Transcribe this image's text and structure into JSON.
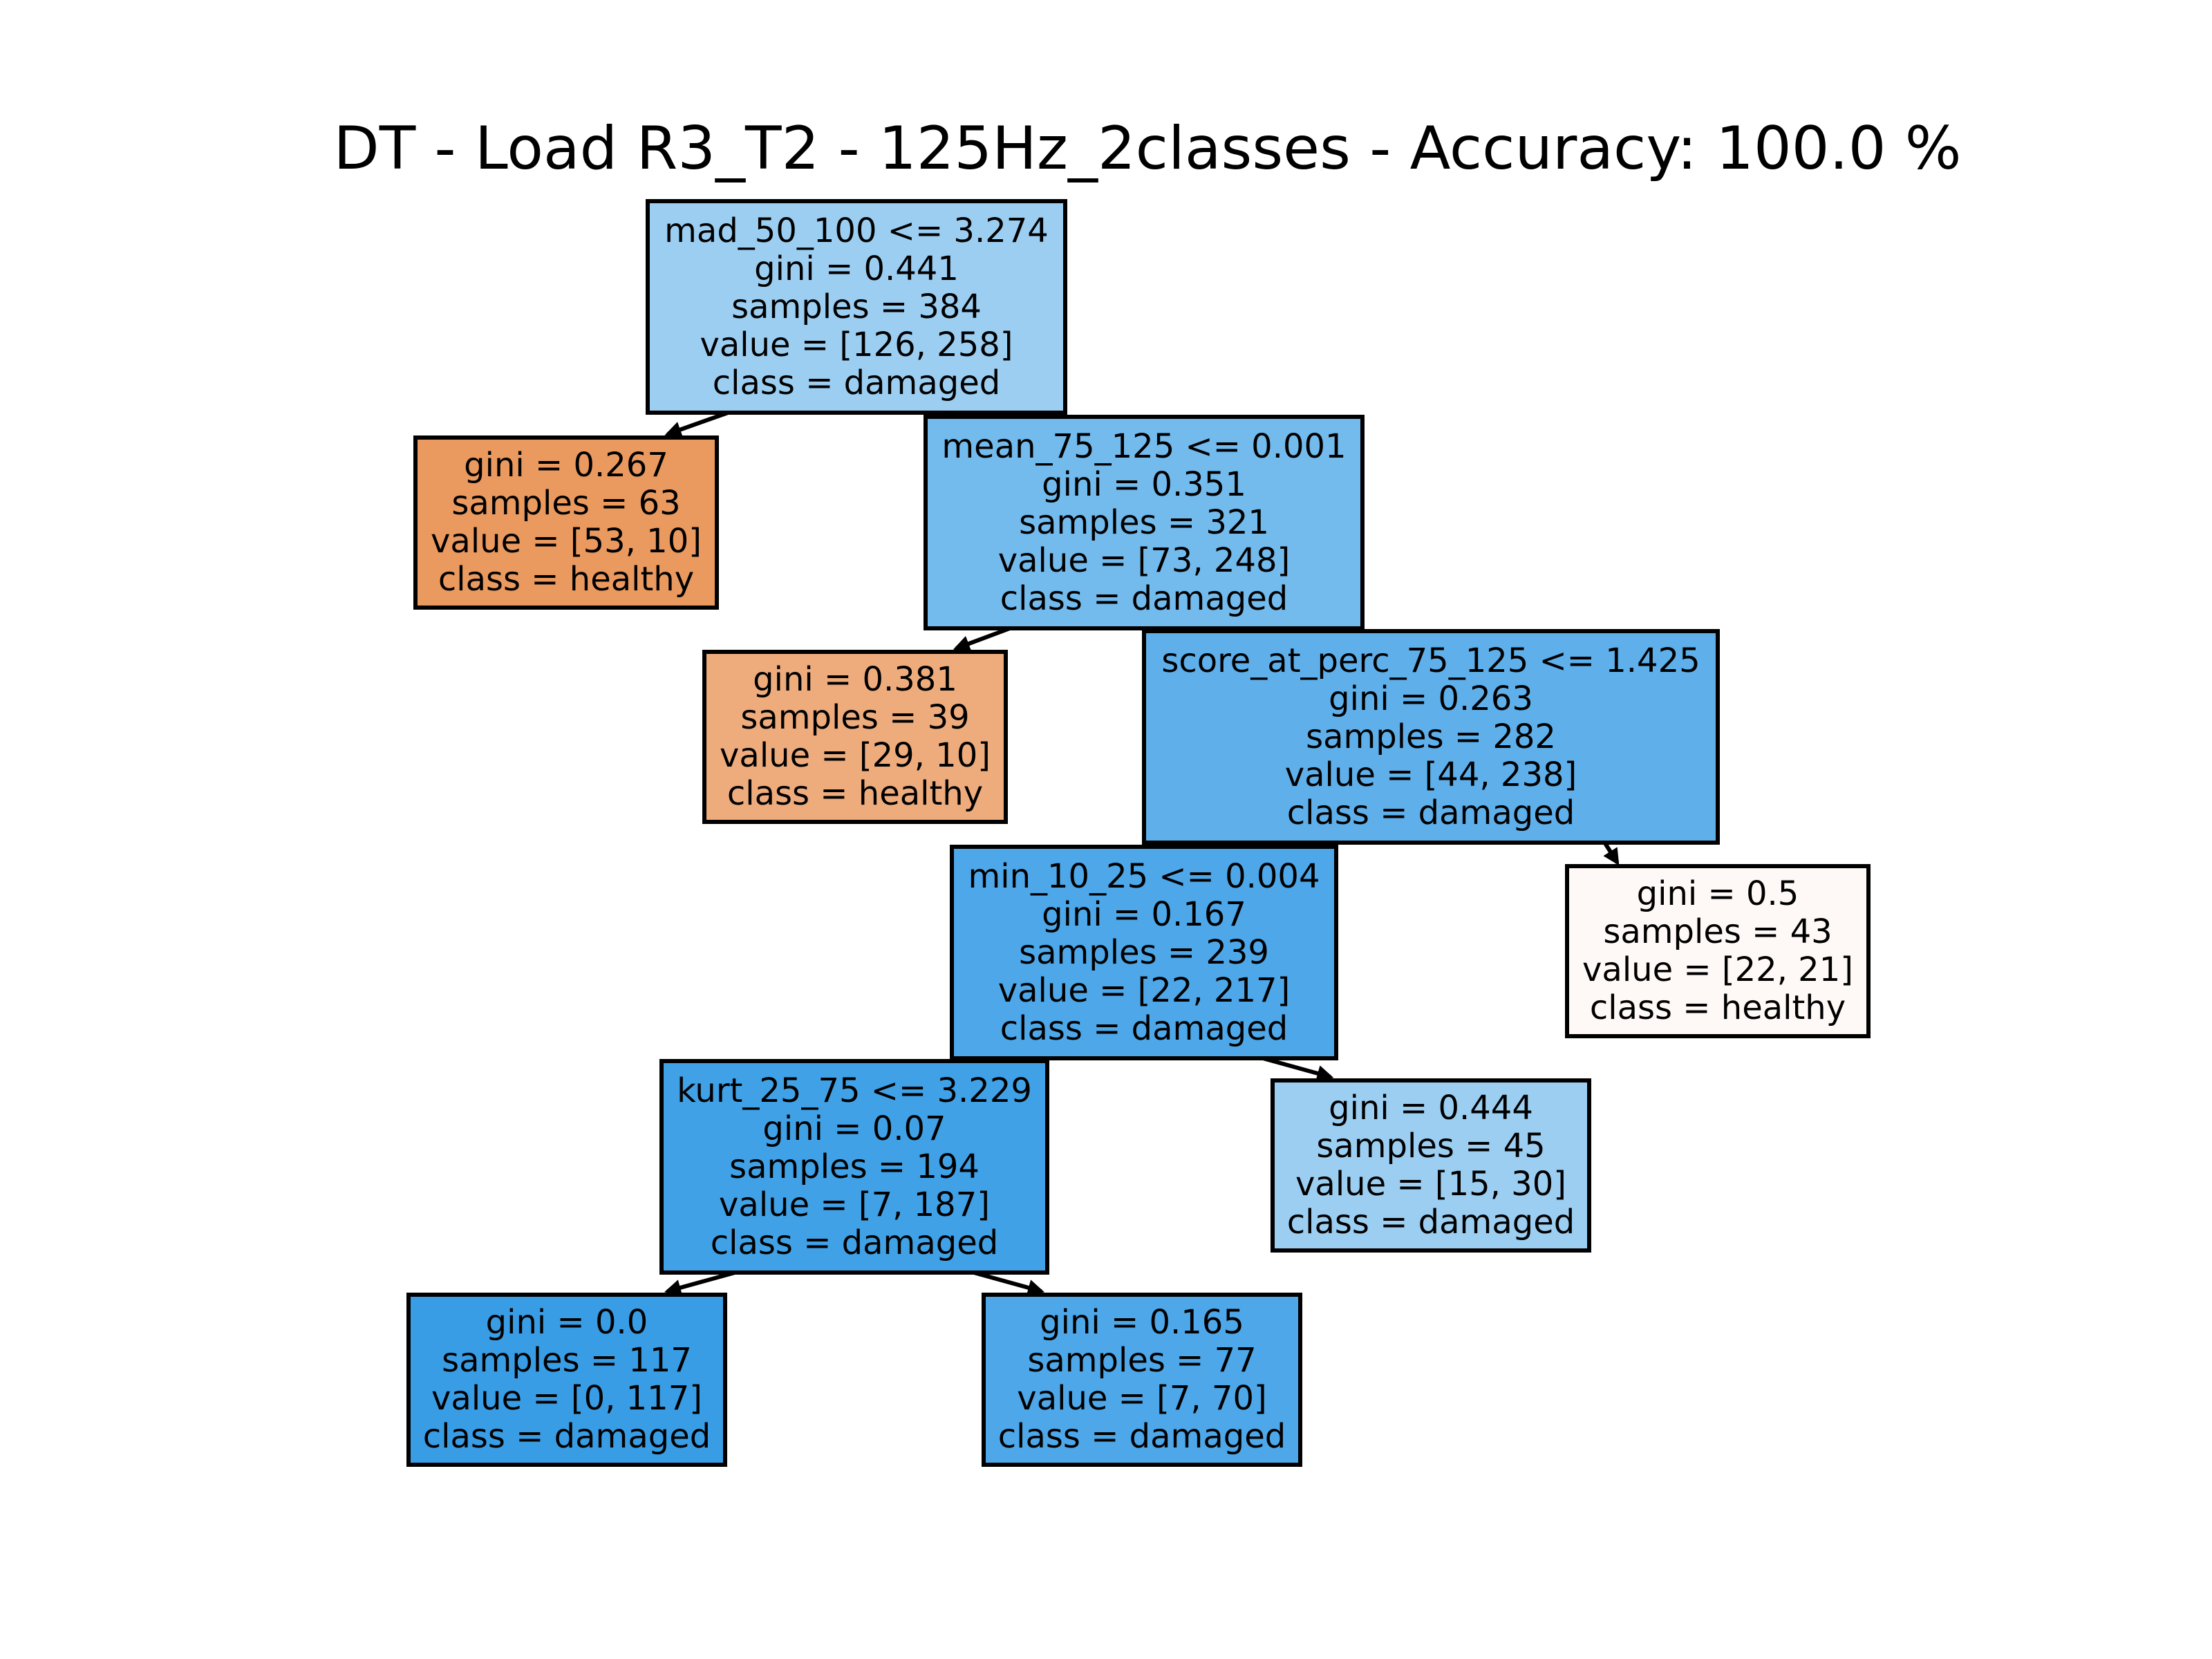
{
  "title": "DT - Load R3_T2 - 125Hz_2classes - Accuracy: 100.0 %",
  "colors": {
    "healthy": "#e58139",
    "damaged": "#399de5",
    "border": "#000000"
  },
  "nodes": [
    {
      "id": "n0",
      "split": "mad_50_100 <= 3.274",
      "gini": "gini = 0.441",
      "samples": "samples = 384",
      "value": "value = [126, 258]",
      "class": "class = damaged",
      "fill": "#9ccef2"
    },
    {
      "id": "n1",
      "gini": "gini = 0.267",
      "samples": "samples = 63",
      "value": "value = [53, 10]",
      "class": "class = healthy",
      "fill": "#ea995f"
    },
    {
      "id": "n2",
      "split": "mean_75_125 <= 0.001",
      "gini": "gini = 0.351",
      "samples": "samples = 321",
      "value": "value = [73, 248]",
      "class": "class = damaged",
      "fill": "#73baed"
    },
    {
      "id": "n3",
      "gini": "gini = 0.381",
      "samples": "samples = 39",
      "value": "value = [29, 10]",
      "class": "class = healthy",
      "fill": "#eeac7d"
    },
    {
      "id": "n4",
      "split": "score_at_perc_75_125 <= 1.425",
      "gini": "gini = 0.263",
      "samples": "samples = 282",
      "value": "value = [44, 238]",
      "class": "class = damaged",
      "fill": "#5eafea"
    },
    {
      "id": "n5",
      "split": "min_10_25 <= 0.004",
      "gini": "gini = 0.167",
      "samples": "samples = 239",
      "value": "value = [22, 217]",
      "class": "class = damaged",
      "fill": "#4da7e8"
    },
    {
      "id": "n6",
      "gini": "gini = 0.5",
      "samples": "samples = 43",
      "value": "value = [22, 21]",
      "class": "class = healthy",
      "fill": "#fef9f6"
    },
    {
      "id": "n7",
      "split": "kurt_25_75 <= 3.229",
      "gini": "gini = 0.07",
      "samples": "samples = 194",
      "value": "value = [7, 187]",
      "class": "class = damaged",
      "fill": "#40a1e6"
    },
    {
      "id": "n8",
      "gini": "gini = 0.444",
      "samples": "samples = 45",
      "value": "value = [15, 30]",
      "class": "class = damaged",
      "fill": "#9ccef2"
    },
    {
      "id": "n9",
      "gini": "gini = 0.0",
      "samples": "samples = 117",
      "value": "value = [0, 117]",
      "class": "class = damaged",
      "fill": "#399de5"
    },
    {
      "id": "n10",
      "gini": "gini = 0.165",
      "samples": "samples = 77",
      "value": "value = [7, 70]",
      "class": "class = damaged",
      "fill": "#4da7e8"
    }
  ],
  "edges": [
    {
      "from": "n0",
      "to": "n1"
    },
    {
      "from": "n0",
      "to": "n2"
    },
    {
      "from": "n2",
      "to": "n3"
    },
    {
      "from": "n2",
      "to": "n4"
    },
    {
      "from": "n4",
      "to": "n5"
    },
    {
      "from": "n4",
      "to": "n6"
    },
    {
      "from": "n5",
      "to": "n7"
    },
    {
      "from": "n5",
      "to": "n8"
    },
    {
      "from": "n7",
      "to": "n9"
    },
    {
      "from": "n7",
      "to": "n10"
    }
  ]
}
